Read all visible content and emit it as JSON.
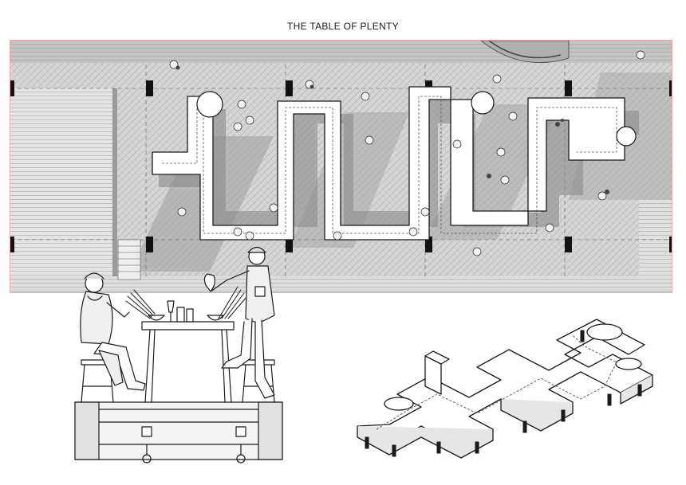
{
  "title": "THE TABLE OF PLENTY",
  "colors": {
    "frame": "#e8a7ad",
    "paving": "#cfcfcf",
    "table": "#ffffff",
    "ink": "#1a1a1a",
    "shadow": "#9a9a9a"
  },
  "drawings": {
    "plan": "site-plan",
    "section": "table-section",
    "axonometric": "table-axonometric"
  }
}
